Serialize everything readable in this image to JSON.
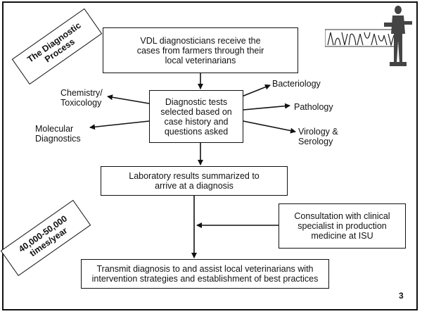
{
  "title_tag": "The Diagnostic\nProcess",
  "volume_tag": "40,000-50,000\ntimes/year",
  "boxes": {
    "receive": "VDL diagnosticians receive the\ncases from farmers through their\nlocal veterinarians",
    "tests": "Diagnostic tests\nselected based on\ncase history and\nquestions asked",
    "results": "Laboratory results summarized to\narrive at a diagnosis",
    "consult": "Consultation with clinical\nspecialist  in production\nmedicine at ISU",
    "transmit": "Transmit diagnosis to and assist local veterinarians with\nintervention strategies and establishment of best practices"
  },
  "labels": {
    "chemistry": "Chemistry/\nToxicology",
    "molecular": "Molecular\nDiagnostics",
    "bacteriology": "Bacteriology",
    "pathology": "Pathology",
    "virology": "Virology &\nSerology"
  },
  "page_number": "3",
  "logo_icon": "veterinary-statue-logo-icon"
}
